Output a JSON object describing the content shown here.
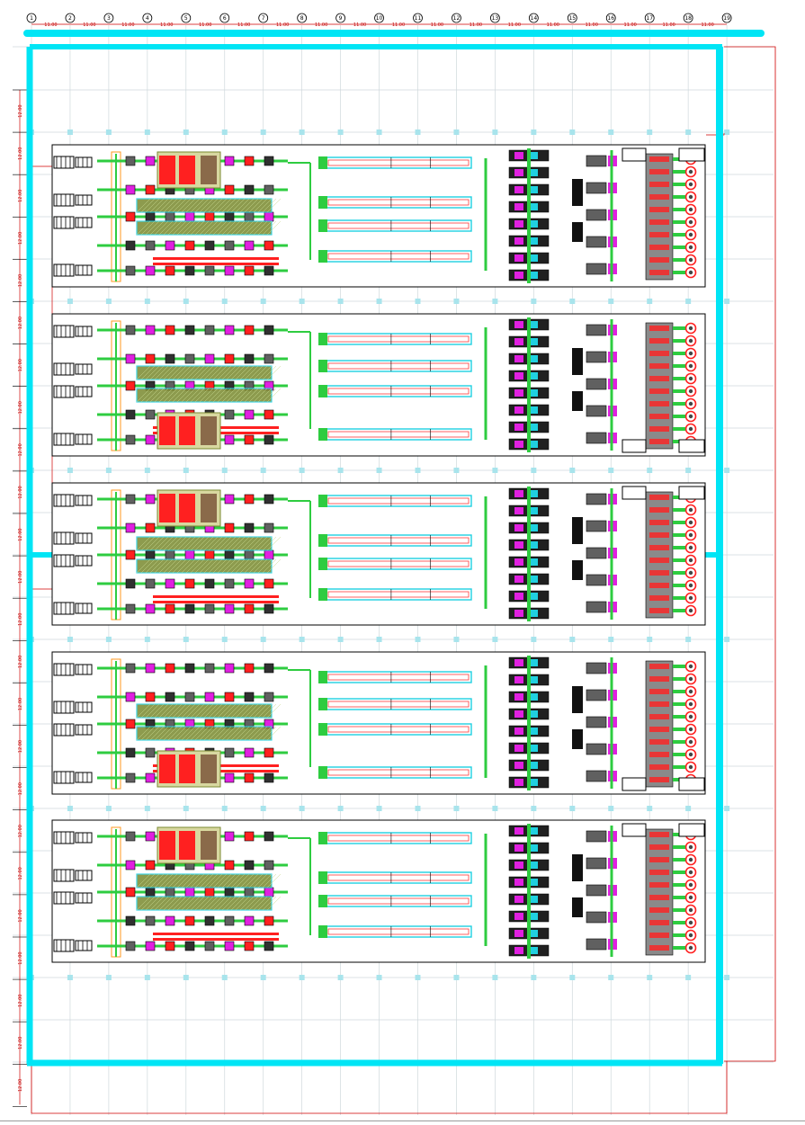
{
  "drawing": {
    "column_axes": [
      "1",
      "2",
      "3",
      "4",
      "5",
      "6",
      "7",
      "8",
      "9",
      "10",
      "11",
      "12",
      "13",
      "14",
      "15",
      "16",
      "17",
      "18",
      "19"
    ],
    "column_spacing_label": "11.00",
    "row_spacing_label": "12.00",
    "row_tick_count": 24,
    "bay_count": 5,
    "colors": {
      "wall": "#00e5f5",
      "grid": "#cfd8dc",
      "column_marker": "#a8e4ec",
      "dimension": "#d00000",
      "outline": "#000000",
      "equipment_green": "#2ecc40",
      "equipment_red": "#ff2020",
      "equipment_magenta": "#e020e0",
      "equipment_olive": "#7a8a30",
      "equipment_cyan": "#20d0e0",
      "equipment_orange": "#ff9a20",
      "equipment_gray": "#606060",
      "equipment_blue": "#2040ff"
    }
  }
}
